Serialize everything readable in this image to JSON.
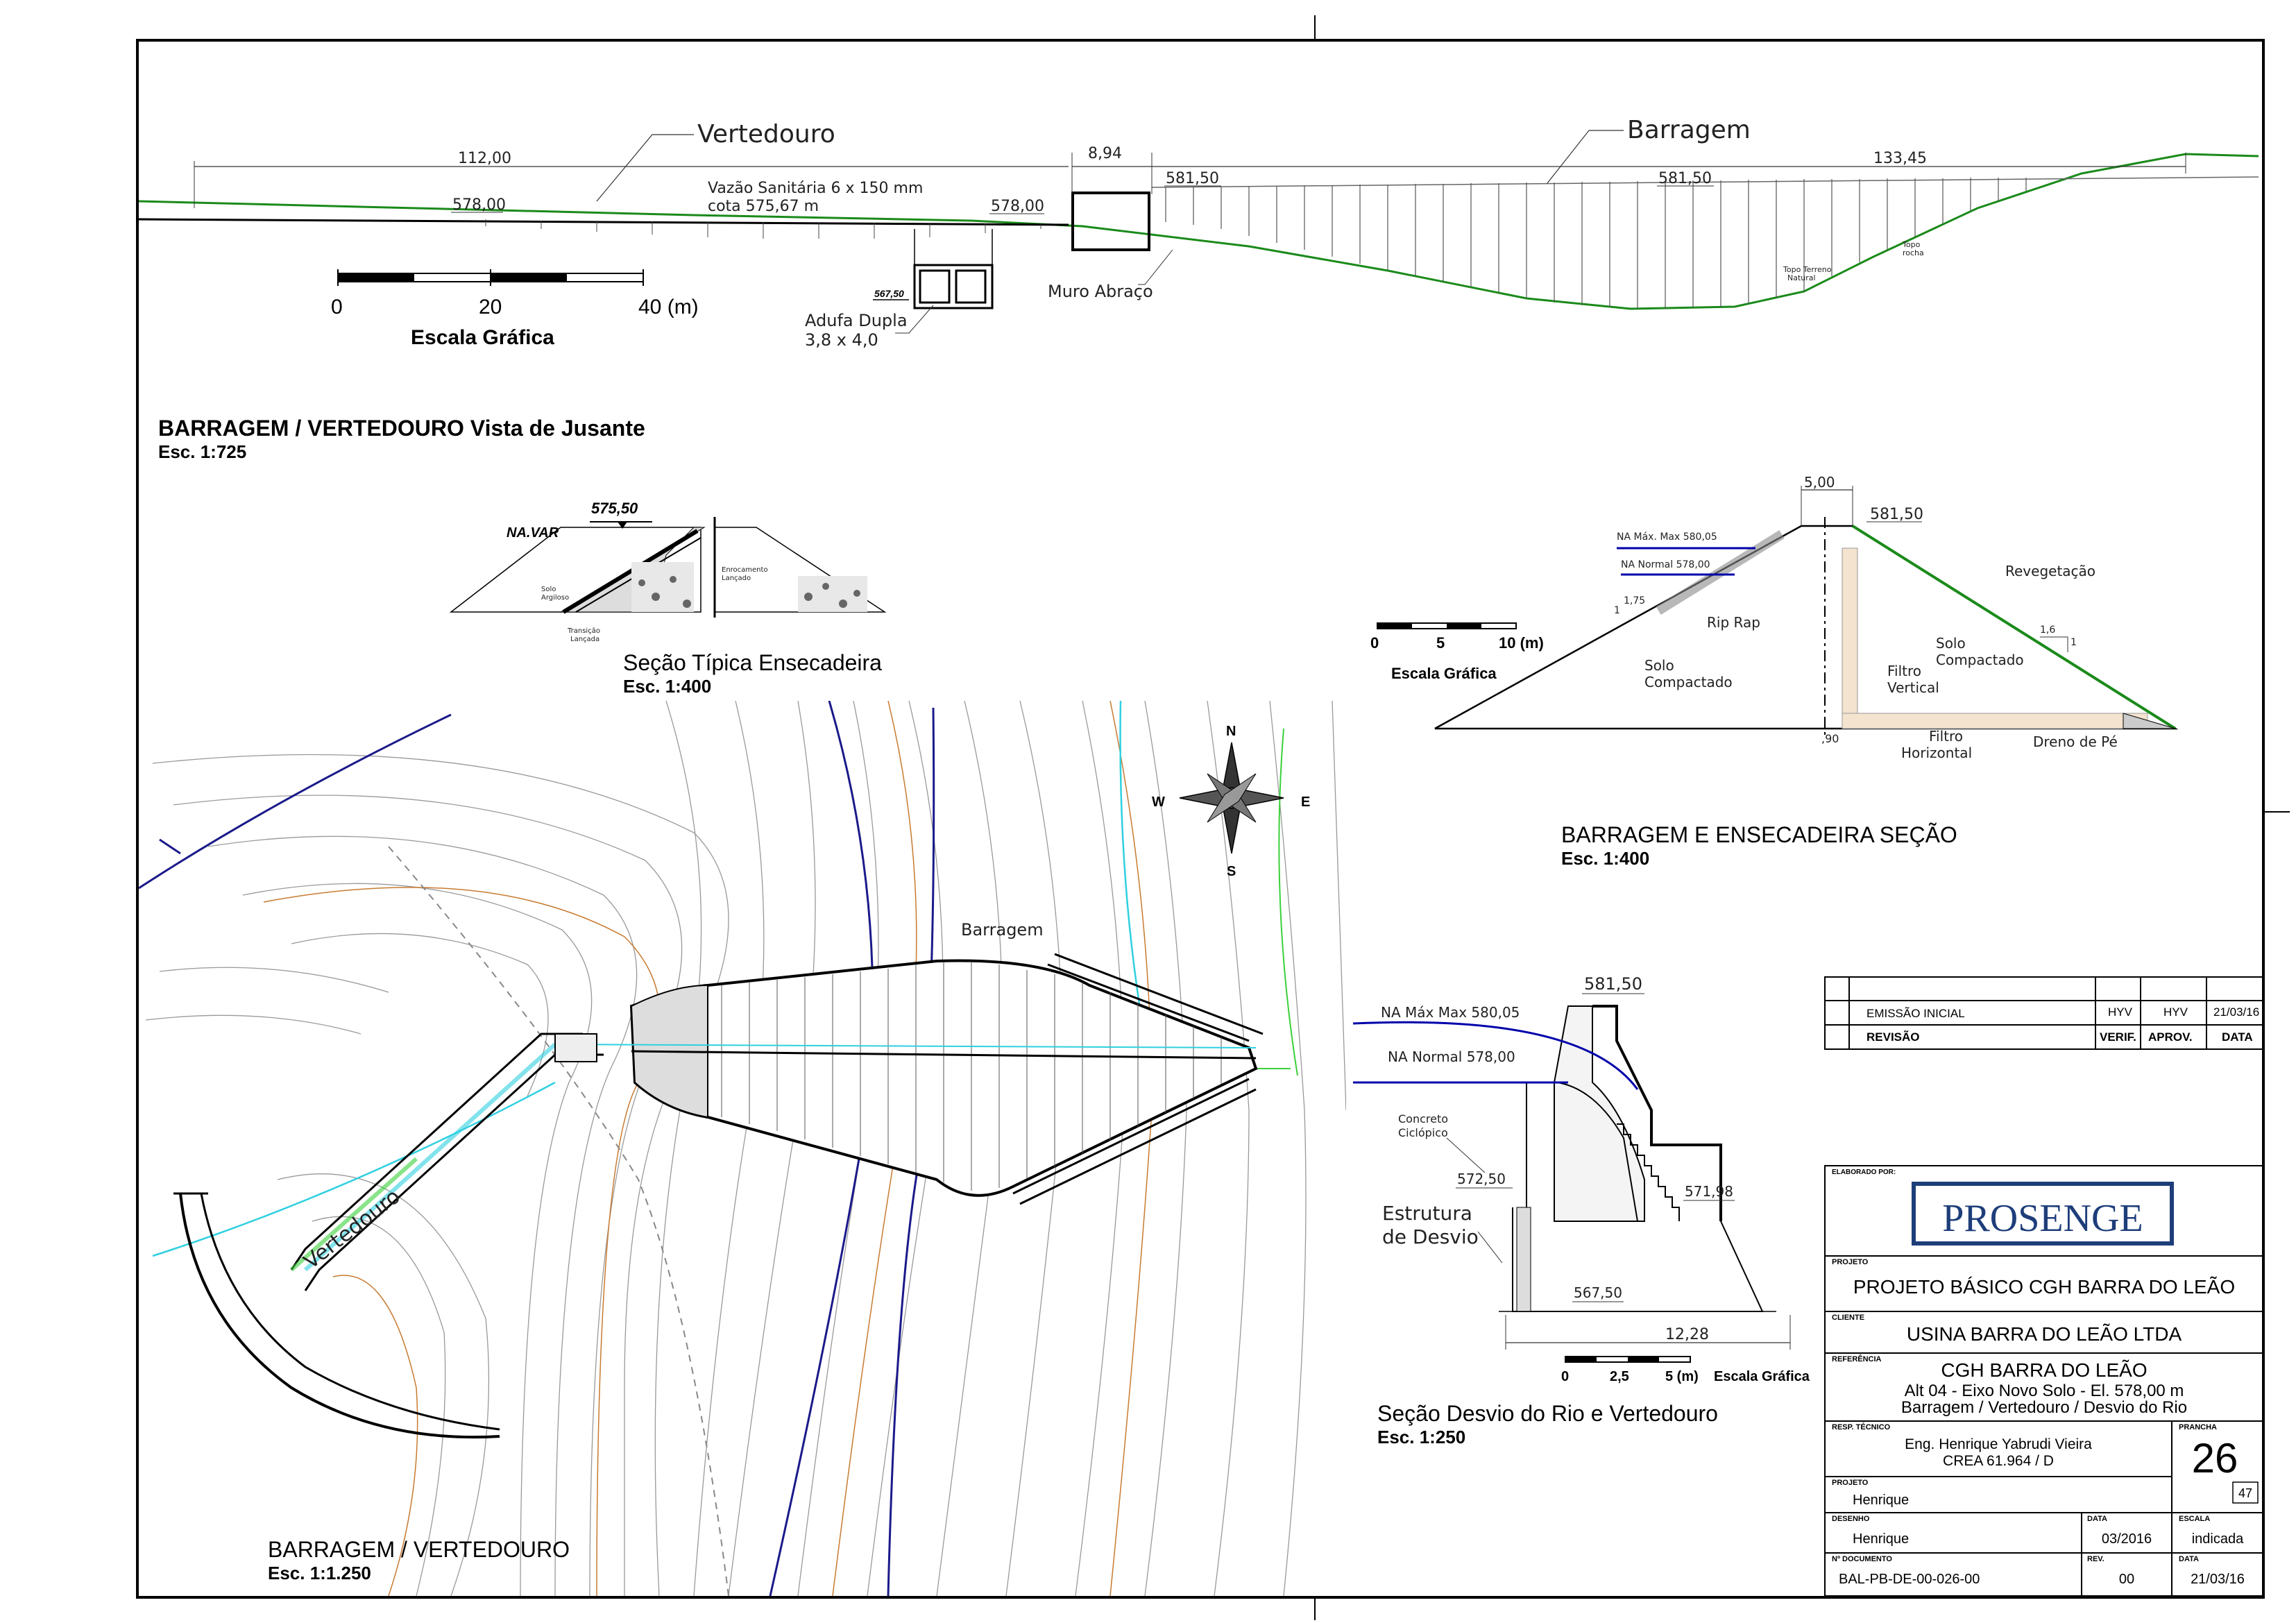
{
  "elevation": {
    "vertedouro_label": "Vertedouro",
    "barragem_label": "Barragem",
    "dim_112": "112,00",
    "dim_894": "8,94",
    "dim_13345": "133,45",
    "el_578_a": "578,00",
    "el_578_b": "578,00",
    "el_5815_a": "581,50",
    "el_5815_b": "581,50",
    "vazao_1": "Vazão Sanitária 6 x 150 mm",
    "vazao_2": "cota 575,67 m",
    "adufa_1": "Adufa Dupla",
    "adufa_2": "3,8 x 4,0",
    "adufa_el": "567,50",
    "muro": "Muro Abraço",
    "topo_terreno_1": "Topo Terreno",
    "topo_terreno_2": "Natural",
    "topo_rocha_1": "Topo",
    "topo_rocha_2": "rocha",
    "scale_0": "0",
    "scale_20": "20",
    "scale_40": "40 (m)",
    "scale_title": "Escala Gráfica",
    "title": "BARRAGEM / VERTEDOURO Vista de Jusante",
    "scale": "Esc. 1:725"
  },
  "ensecadeira": {
    "na_el": "575,50",
    "na_var": "NA.VAR",
    "solo_1": "Solo",
    "solo_2": "Argiloso",
    "transicao_1": "Transição",
    "transicao_2": "Lançada",
    "enroc_1": "Enrocamento",
    "enroc_2": "Lançado",
    "title": "Seção Típica Ensecadeira",
    "scale": "Esc. 1:400"
  },
  "secao_barragem": {
    "dim_crest": "5,00",
    "crest_el": "581,50",
    "na_max": "NA Máx. Max 580,05",
    "na_normal": "NA Normal 578,00",
    "s175": "1,75",
    "s1": "1",
    "s16": "1,6",
    "s1b": "1",
    "riprap": "Rip Rap",
    "solo_left_1": "Solo",
    "solo_left_2": "Compactado",
    "solo_right_1": "Solo",
    "solo_right_2": "Compactado",
    "filtro_v_1": "Filtro",
    "filtro_v_2": "Vertical",
    "filtro_h_1": "Filtro",
    "filtro_h_2": "Horizontal",
    "revegetacao": "Revegetação",
    "dreno": "Dreno de Pé",
    "d090": ",90",
    "scale_0": "0",
    "scale_5": "5",
    "scale_10": "10 (m)",
    "scale_title": "Escala Gráfica",
    "title": "BARRAGEM E ENSECADEIRA SEÇÃO",
    "scale": "Esc. 1:400"
  },
  "plan": {
    "north": "N",
    "south": "S",
    "east": "E",
    "west": "W",
    "barragem": "Barragem",
    "vertedouro": "Vertedouro",
    "title": "BARRAGEM / VERTEDOURO",
    "scale": "Esc. 1:1.250"
  },
  "desvio": {
    "crest_el": "581,50",
    "na_max": "NA Máx Max 580,05",
    "na_normal": "NA Normal 578,00",
    "concreto_1": "Concreto",
    "concreto_2": "Ciclópico",
    "el_5725": "572,50",
    "el_57198": "571,98",
    "el_5675": "567,50",
    "estrutura_1": "Estrutura",
    "estrutura_2": "de Desvio",
    "dim_1228": "12,28",
    "scale_0": "0",
    "scale_25": "2,5",
    "scale_5": "5 (m)",
    "scale_title": "Escala Gráfica",
    "title": "Seção Desvio do Rio e Vertedouro",
    "scale": "Esc. 1:250"
  },
  "title_block": {
    "rev_label": "EMISSÃO INICIAL",
    "rev_v": "HYV",
    "rev_a": "HYV",
    "rev_date": "21/03/16",
    "h_revisao": "REVISÃO",
    "h_verif": "VERIF.",
    "h_aprov": "APROV.",
    "h_data": "DATA",
    "elaborado": "ELABORADO POR:",
    "logo": "PROSENGE",
    "projeto_lbl": "PROJETO",
    "projeto": "PROJETO BÁSICO CGH BARRA DO LEÃO",
    "cliente_lbl": "CLIENTE",
    "cliente": "USINA BARRA DO LEÃO LTDA",
    "ref_lbl": "REFERÊNCIA",
    "ref_1": "CGH BARRA DO LEÃO",
    "ref_2": "Alt 04 - Eixo Novo Solo - El. 578,00 m",
    "ref_3": "Barragem / Vertedouro / Desvio do Rio",
    "resp_lbl": "RESP. TÉCNICO",
    "resp_1": "Eng. Henrique Yabrudi Vieira",
    "resp_2": "CREA 61.964 / D",
    "prancha_lbl": "PRANCHA",
    "prancha": "26",
    "total": "47",
    "proj_lbl": "PROJETO",
    "proj_name": "Henrique",
    "desenho_lbl": "DESENHO",
    "desenho": "Henrique",
    "data_lbl": "DATA",
    "data": "03/2016",
    "escala_lbl": "ESCALA",
    "escala": "indicada",
    "doc_lbl": "Nº DOCUMENTO",
    "doc": "BAL-PB-DE-00-026-00",
    "rev_lbl": "REV.",
    "rev": "00",
    "data2_lbl": "DATA",
    "data2": "21/03/16"
  }
}
